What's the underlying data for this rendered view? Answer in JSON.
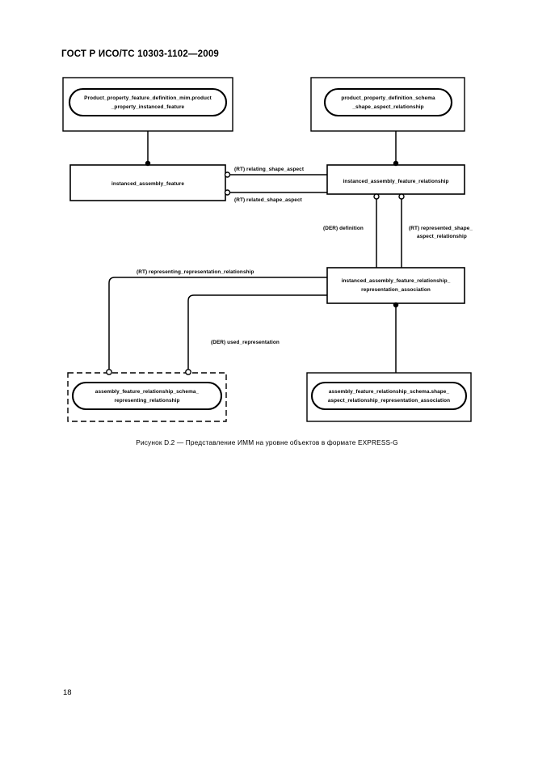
{
  "document": {
    "header": "ГОСТ  Р ИСО/ТС 10303-1102—2009",
    "page_number": "18"
  },
  "figure": {
    "caption": "Рисунок  D.2 — Представление ИММ на уровне объектов в формате EXPRESS-G",
    "diagram_type": "EXPRESS-G",
    "schemas": [
      {
        "id": "schema-top-left",
        "entity_line1": "Product_property_feature_definition_mim.product",
        "entity_line2": "_property_instanced_feature"
      },
      {
        "id": "schema-top-right",
        "entity_line1": "product_property_definition_schema",
        "entity_line2": "_shape_aspect_relationship"
      },
      {
        "id": "schema-bottom-left",
        "entity_line1": "assembly_feature_relationship_schema_",
        "entity_line2": "representing_relationship"
      },
      {
        "id": "schema-bottom-right",
        "entity_line1": "assembly_feature_relationship_schema.shape_",
        "entity_line2": "aspect_relationship_representation_association"
      }
    ],
    "entities": [
      {
        "id": "entity-instanced-assembly-feature",
        "line1": "instanced_assembly_feature",
        "line2": ""
      },
      {
        "id": "entity-instanced-assembly-feature-relationship",
        "line1": "instanced_assembly_feature_relationship",
        "line2": ""
      },
      {
        "id": "entity-representation-association",
        "line1": "instanced_assembly_feature_relationship_",
        "line2": "representation_association"
      }
    ],
    "edge_labels": [
      {
        "id": "edge-relating-shape-aspect",
        "text": "(RT) relating_shape_aspect"
      },
      {
        "id": "edge-related-shape-aspect",
        "text": "(RT) related_shape_aspect"
      },
      {
        "id": "edge-der-definition",
        "text": "(DER) definition"
      },
      {
        "id": "edge-represented-shape-aspect-line1",
        "text": "(RT) represented_shape_"
      },
      {
        "id": "edge-represented-shape-aspect-line2",
        "text": "aspect_relationship"
      },
      {
        "id": "edge-representing-representation-relationship",
        "text": "(RT) representing_representation_relationship"
      },
      {
        "id": "edge-used-representation",
        "text": "(DER) used_representation"
      }
    ]
  }
}
